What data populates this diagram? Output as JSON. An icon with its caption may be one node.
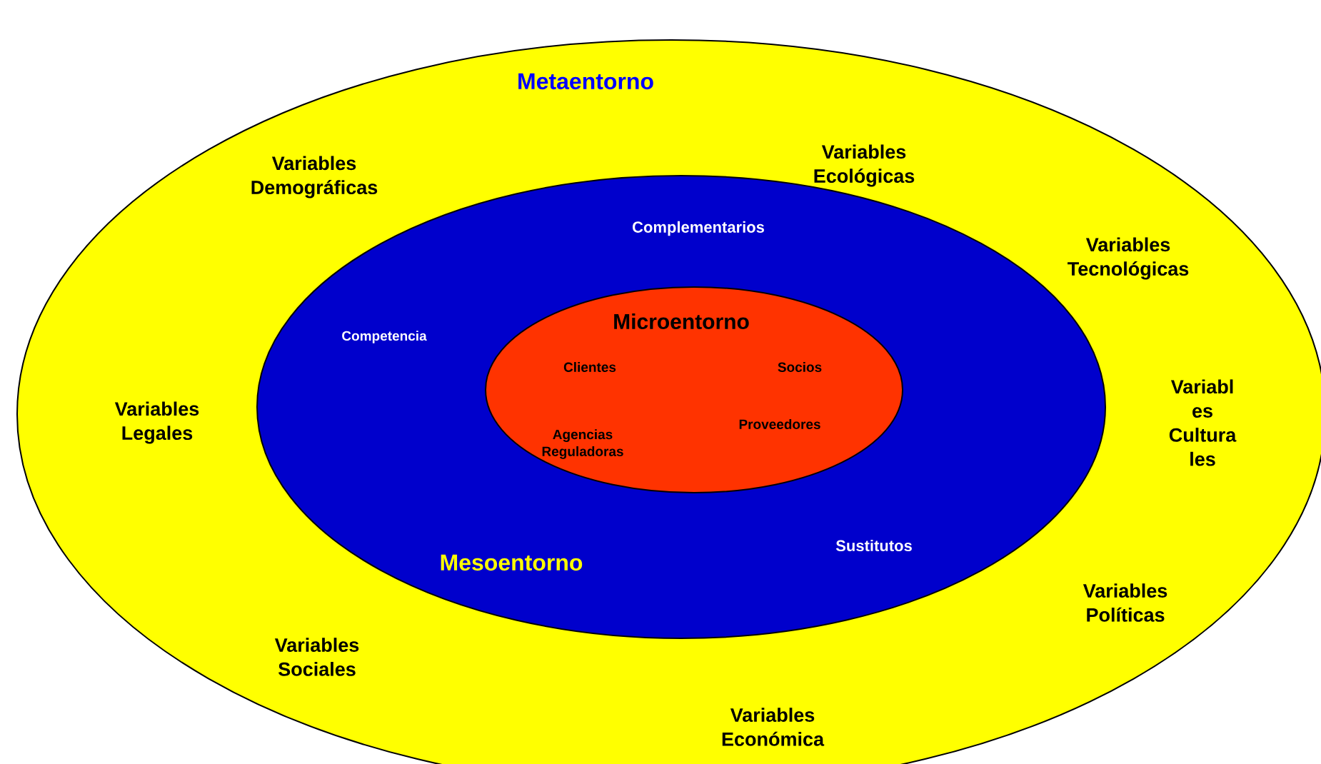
{
  "diagram": {
    "nodes": [
      {
        "text": [
          "Metaentorno",
          "Variables Demográficas",
          "Variables Ecológicas",
          "Variables Tecnológicas",
          "Variables Legales",
          "Variabl es Cultura les",
          "Variables Políticas",
          "Variables Sociales",
          "Variables Económica"
        ]
      },
      {
        "text": [
          "Complementarios",
          "Competencia",
          "Sustitutos",
          "Mesoentorno"
        ],
        "in": 0
      },
      {
        "text": [
          "Microentorno",
          "Clientes",
          "Socios",
          "Proveedores",
          "Agencias Reguladoras"
        ],
        "in": 1
      }
    ]
  }
}
